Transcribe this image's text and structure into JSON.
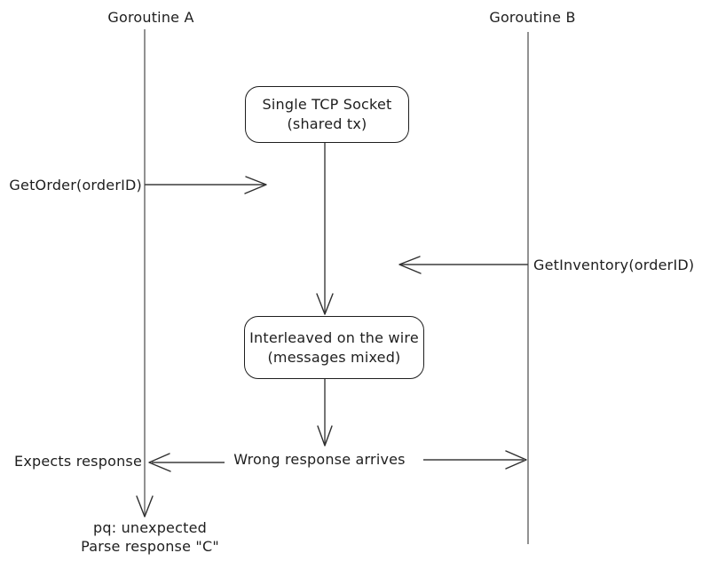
{
  "colors": {
    "background": "#ffffff",
    "ink": "#1e1e1e",
    "lifeline_gray": "#7e7e7e",
    "arrow_gray": "#3c3c3c"
  },
  "actors": {
    "a": {
      "label": "Goroutine A"
    },
    "b": {
      "label": "Goroutine B"
    }
  },
  "nodes": {
    "socket": {
      "line1": "Single TCP Socket",
      "line2": "(shared tx)"
    },
    "interleaved": {
      "line1": "Interleaved on the wire",
      "line2": "(messages mixed)"
    }
  },
  "messages": {
    "get_order": {
      "label": "GetOrder(orderID)"
    },
    "get_inventory": {
      "label": "GetInventory(orderID)"
    },
    "expects_response": {
      "label": "Expects response"
    },
    "wrong_response": {
      "label": "Wrong response arrives"
    }
  },
  "error": {
    "line1": "pq: unexpected",
    "line2": "Parse response \"C\""
  }
}
